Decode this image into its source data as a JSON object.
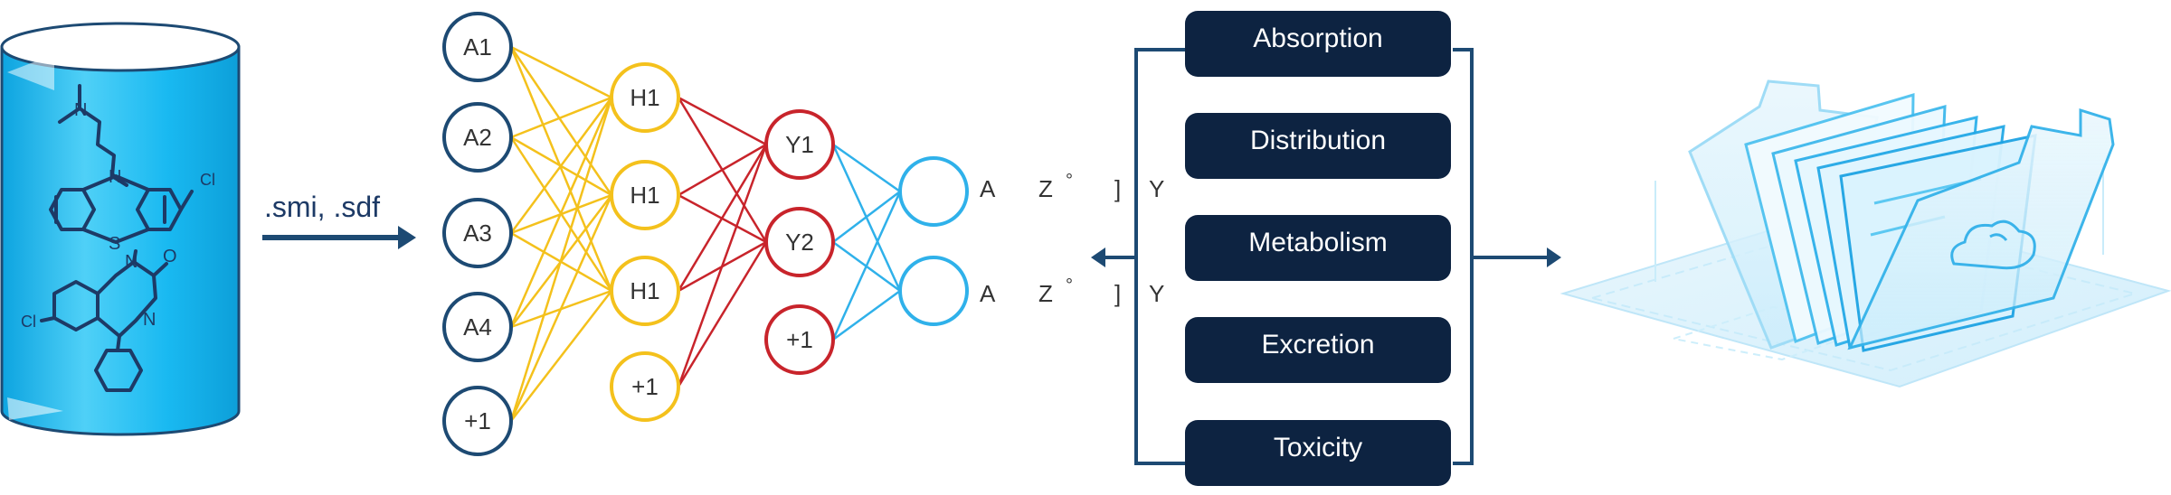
{
  "database": {
    "element_labels": [
      "Cl",
      "Cl"
    ],
    "drug_icon": "molecule-structures-icon",
    "cylinder_color": "#16b6ef"
  },
  "input_format": ".smi, .sdf",
  "network": {
    "input_nodes": [
      "A1",
      "A2",
      "A3",
      "A4",
      "+1"
    ],
    "hidden_layer_1": [
      "H1",
      "H1",
      "H1",
      "+1"
    ],
    "hidden_layer_2": [
      "Y1",
      "Y2",
      "+1"
    ],
    "output_nodes": [
      "",
      ""
    ],
    "output_labels": [
      {
        "a": "A",
        "z": "Z",
        "deg": "°",
        "br": "]",
        "y": "Y"
      },
      {
        "a": "A",
        "z": "Z",
        "deg": "°",
        "br": "]",
        "y": "Y"
      }
    ],
    "colors": {
      "input": "#1d4a73",
      "hidden1": "#f4c11c",
      "hidden2": "#c8242b",
      "output": "#2fb1ea"
    }
  },
  "admet": {
    "properties": [
      "Absorption",
      "Distribution",
      "Metabolism",
      "Excretion",
      "Toxicity"
    ],
    "box_color": "#0d2341",
    "bracket_color": "#1d4a73"
  },
  "result": {
    "illustration": "cloud-folder-documents-icon"
  }
}
